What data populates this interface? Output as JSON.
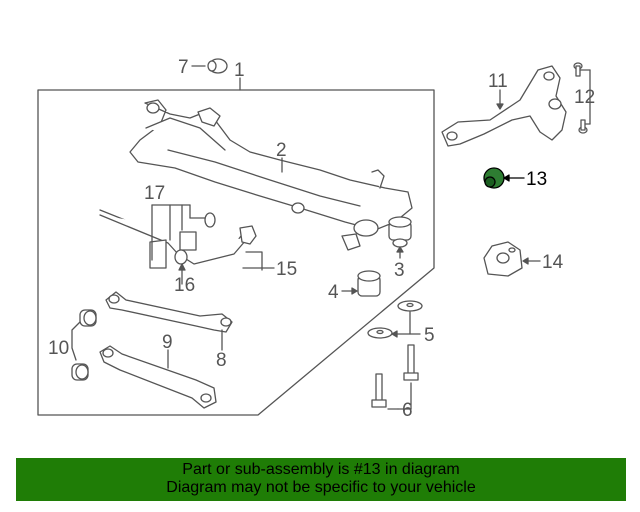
{
  "diagram": {
    "callouts": {
      "c1": "1",
      "c2": "2",
      "c3": "3",
      "c4": "4",
      "c5": "5",
      "c6": "6",
      "c7": "7",
      "c8": "8",
      "c9": "9",
      "c10": "10",
      "c11": "11",
      "c12": "12",
      "c13": "13",
      "c14": "14",
      "c15": "15",
      "c16": "16",
      "c17": "17"
    },
    "highlighted_part": "13",
    "colors": {
      "line": "#555555",
      "highlight_part": "#2e7d32",
      "footer_bg": "#1f7d06"
    }
  },
  "footer": {
    "line1": "Part or sub-assembly is #13 in diagram",
    "line2": "Diagram may not be specific to your vehicle"
  }
}
